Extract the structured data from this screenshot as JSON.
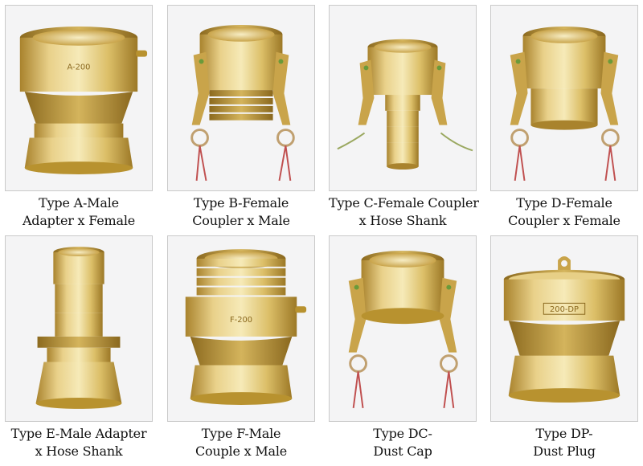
{
  "colors": {
    "brass_light": "#f3e3a6",
    "brass_mid": "#dcbf68",
    "brass_dark": "#a9832d",
    "background": "#f4f4f5"
  },
  "items": [
    {
      "line1": "Type A-Male",
      "line2": "Adapter x Female"
    },
    {
      "line1": "Type B-Female",
      "line2": "Coupler x Male"
    },
    {
      "line1": "Type C-Female Coupler",
      "line2": "x Hose Shank"
    },
    {
      "line1": "Type D-Female",
      "line2": "Coupler x Female"
    },
    {
      "line1": "Type E-Male Adapter",
      "line2": "x Hose Shank"
    },
    {
      "line1": "Type F-Male",
      "line2": "Couple x Male"
    },
    {
      "line1": "Type DC-",
      "line2": "Dust Cap"
    },
    {
      "line1": "Type DP-",
      "line2": "Dust Plug"
    }
  ],
  "stamps": {
    "a": "A-200",
    "f": "F-200",
    "dp": "200-DP"
  }
}
